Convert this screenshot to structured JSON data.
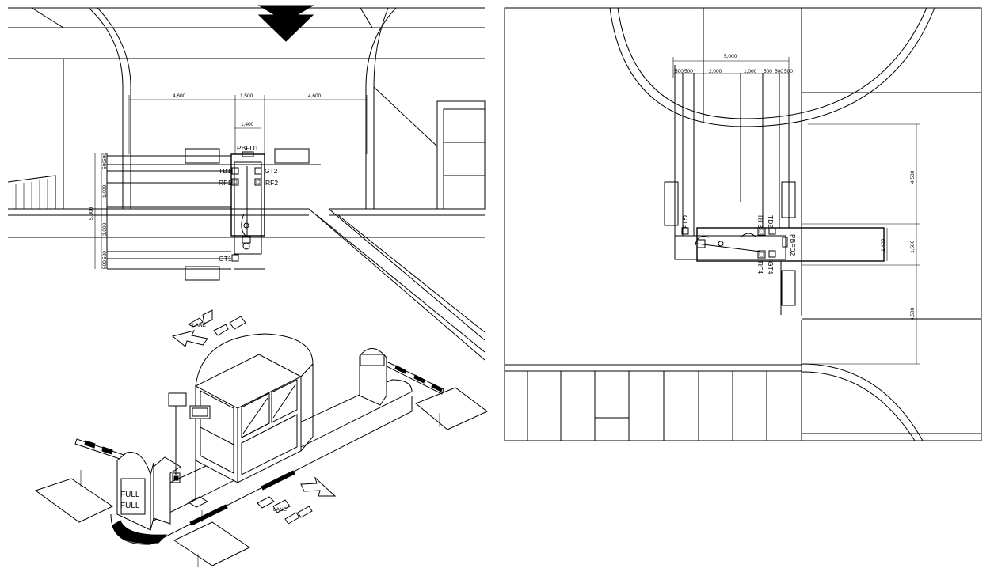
{
  "left_plan": {
    "dims_top": [
      "4,600",
      "1,500",
      "4,600"
    ],
    "dim_inner": "1,400",
    "dims_left": [
      "5,000",
      "500",
      "500",
      "1,000",
      "2,000",
      "500",
      "500"
    ],
    "labels": {
      "pbfd1": "PBFD1",
      "tb1": "TB1",
      "gt2": "GT2",
      "rf1": "RF1",
      "rf2": "RF2",
      "gt1": "GT1"
    }
  },
  "iso_view": {
    "sign_full_1": "FULL",
    "sign_full_2": "FULL",
    "sign_lane_1": "LANE",
    "sign_lane_2": "LANE"
  },
  "right_plan": {
    "dim_top": "5,000",
    "dims_sub": [
      "500",
      "500",
      "2,000",
      "1,000",
      "500",
      "500",
      "500"
    ],
    "dims_right": [
      "4,500",
      "1,400",
      "1,500",
      "4,500"
    ],
    "labels": {
      "gt3": "GT3",
      "rf3": "RF3",
      "td2": "TD2",
      "pbfd2": "PBFD2",
      "rf4": "RF4",
      "gt4": "GT4"
    }
  }
}
